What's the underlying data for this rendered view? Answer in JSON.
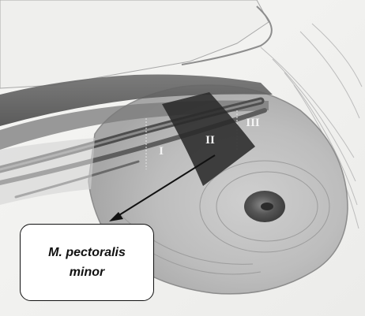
{
  "zones": {
    "level_1": "I",
    "level_2": "II",
    "level_3": "III"
  },
  "callout": {
    "text": "M. pectoralis minor"
  },
  "colors": {
    "background": "#ffffff",
    "breast_tissue": "#c8c8c8",
    "muscle": "#5a5a5a",
    "pectoralis_minor": "#2a2a2a",
    "callout_border": "#111111",
    "arrow": "#111111"
  }
}
